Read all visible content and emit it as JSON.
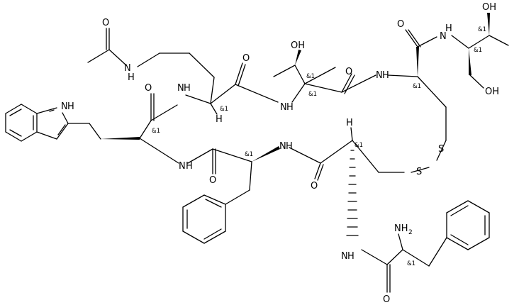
{
  "structure": {
    "atom_labels": {
      "nh_indole": "H",
      "n_indole": "N",
      "o_acetyl": "O",
      "n_lys_side": "H",
      "n_lys_side_n": "N",
      "o_trp": "O",
      "n_lys_bb": "N",
      "h_lys_bb": "H",
      "o_lys": "O",
      "oh_thr": "OH",
      "n_thr": "N",
      "h_thr": "H",
      "o_thr": "O",
      "n_cys1": "N",
      "h_cys1": "H",
      "o_cys1": "O",
      "n_thrl": "N",
      "h_thrl": "H",
      "oh_thrl1": "OH",
      "oh_thrl2": "OH",
      "h_dcys": "H",
      "s1": "S",
      "s2": "S",
      "n_trp": "N",
      "h_trp": "H",
      "o_phe": "O",
      "n_phe": "N",
      "h_phe": "H",
      "o_dcys": "O",
      "nh2": "NH",
      "nh2_sub": "2",
      "n_phe1": "N",
      "h_phe1": "H",
      "o_phe1": "O"
    },
    "stereo_labels": {
      "trp": "&1",
      "lys": "&1",
      "thr_a": "&1",
      "thr_b": "&1",
      "cys": "&1",
      "thrl_a": "&1",
      "thrl_b": "&1",
      "phe": "&1",
      "dcys": "&1",
      "phe1": "&1"
    }
  }
}
